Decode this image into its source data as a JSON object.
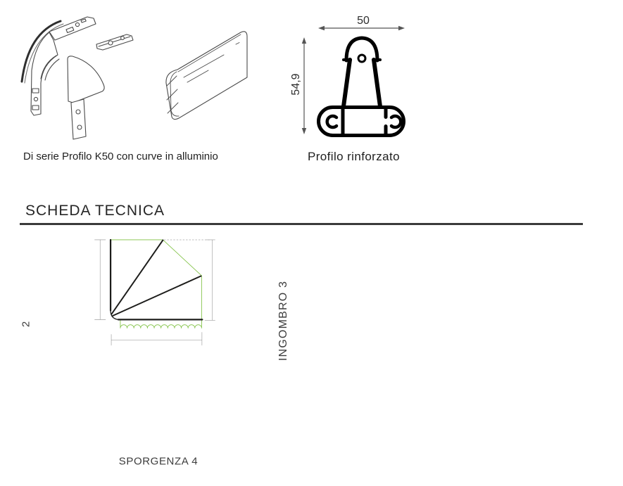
{
  "top_section": {
    "left_figure_caption": "Di serie Profilo K50 con curve in alluminio",
    "right_figure_caption": "Profilo rinforzato",
    "reinforced_profile": {
      "width_label": "50",
      "height_label": "54,9"
    }
  },
  "tech_sheet": {
    "heading": "SCHEDA TECNICA",
    "awning_diagram": {
      "height_label": "2",
      "ingombro_label": "INGOMBRO 3",
      "sporgenza_label": "SPORGENZA 4"
    }
  },
  "colors": {
    "outline_green": "#7fc142",
    "frame_black": "#1d1d1b",
    "dimension_gray": "#8c8c8c"
  }
}
